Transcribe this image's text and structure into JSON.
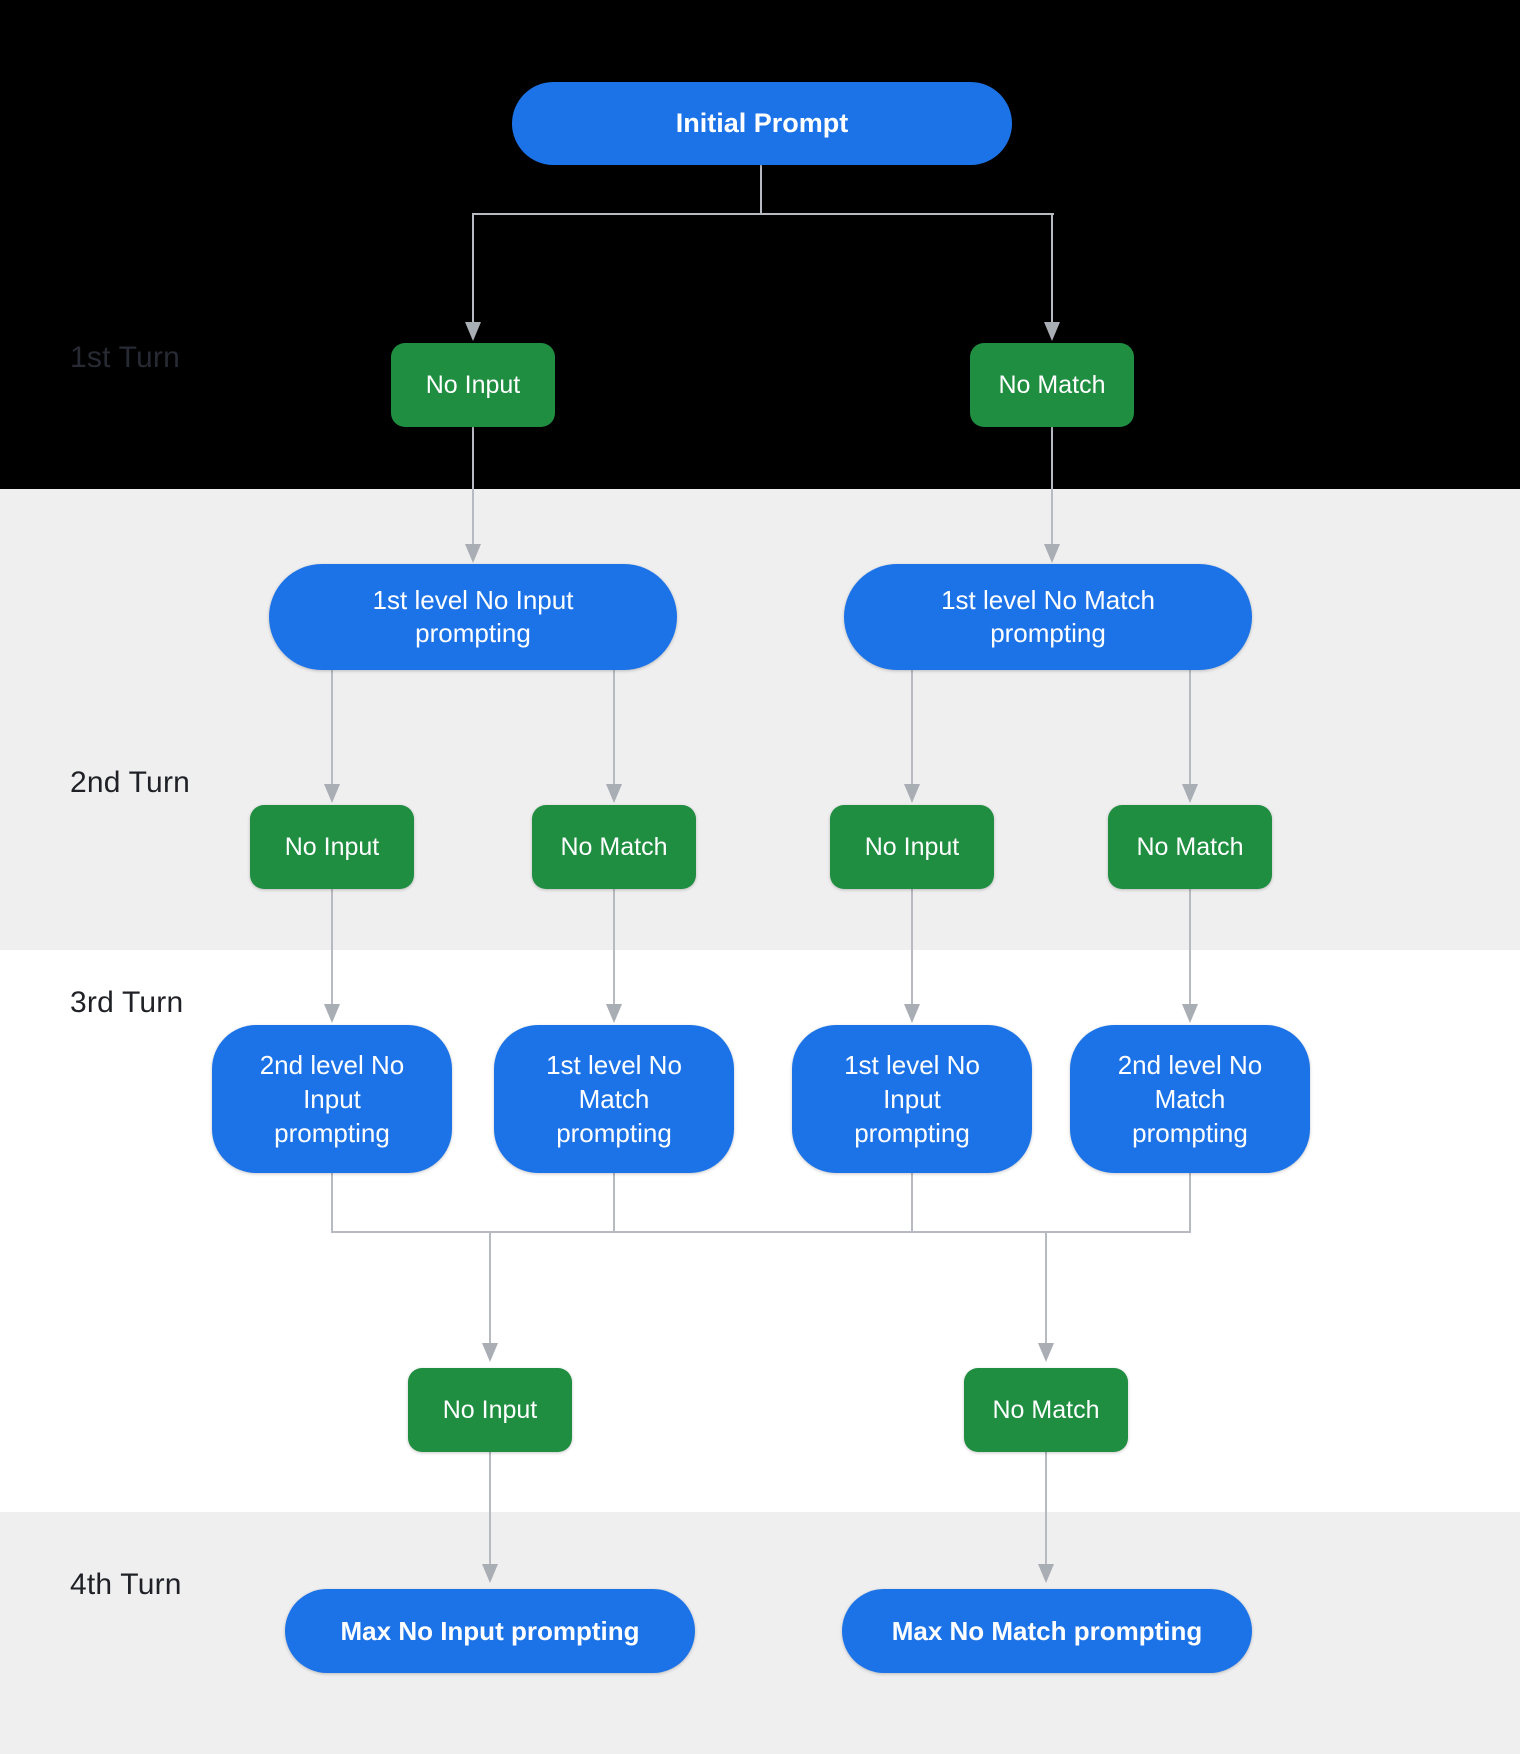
{
  "diagram": {
    "title_semantic": "Re-prompting flow across conversation turns",
    "colors": {
      "prompt_blue": "#1c73e8",
      "event_green": "#1f8e40",
      "connector_gray": "#b7bac0",
      "arrowhead_gray": "#a9adb4",
      "band_black": "#000000",
      "band_gray": "#efeff0",
      "band_white": "#ffffff",
      "label_dark": "#1f2126"
    },
    "labels": {
      "turn1": "1st Turn",
      "turn2": "2nd Turn",
      "turn3": "3rd Turn",
      "turn4": "4th Turn"
    },
    "nodes": {
      "initial_prompt": "Initial Prompt",
      "t1_no_input": "No Input",
      "t1_no_match": "No Match",
      "l1_no_input_prompting": [
        "1st level No Input",
        "prompting"
      ],
      "l1_no_match_prompting": [
        "1st level No Match",
        "prompting"
      ],
      "t2_no_input_a": "No Input",
      "t2_no_match_a": "No Match",
      "t2_no_input_b": "No Input",
      "t2_no_match_b": "No Match",
      "l2_no_input_prompting": [
        "2nd level No",
        "Input",
        "prompting"
      ],
      "l1_no_match_prompting_b": [
        "1st level No",
        "Match",
        "prompting"
      ],
      "l1_no_input_prompting_b": [
        "1st level No",
        "Input",
        "prompting"
      ],
      "l2_no_match_prompting": [
        "2nd level No",
        "Match",
        "prompting"
      ],
      "t3_no_input": "No Input",
      "t3_no_match": "No Match",
      "max_no_input_prompting": "Max No Input prompting",
      "max_no_match_prompting": "Max No Match prompting"
    }
  }
}
